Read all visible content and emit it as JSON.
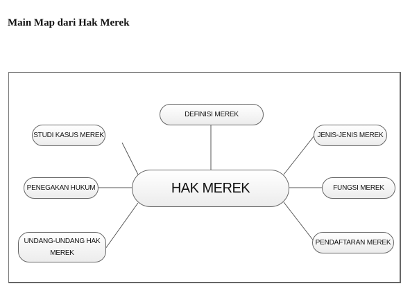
{
  "title": "Main Map dari Hak Merek",
  "central": {
    "label": "HAK MEREK"
  },
  "nodes": {
    "definisi": {
      "label": "DEFINISI MEREK"
    },
    "studi_kasus": {
      "label": "STUDI KASUS MEREK"
    },
    "penegakan": {
      "label": "PENEGAKAN HUKUM"
    },
    "undang": {
      "label": "UNDANG-UNDANG HAK MEREK"
    },
    "jenis": {
      "label": "JENIS-JENIS MEREK"
    },
    "fungsi": {
      "label": "FUNGSI MEREK"
    },
    "pendaftaran": {
      "label": "PENDAFTARAN MEREK"
    }
  },
  "colors": {
    "border": "#666666",
    "line": "#555555",
    "fill_top": "#ffffff",
    "fill_bottom": "#ececec"
  }
}
